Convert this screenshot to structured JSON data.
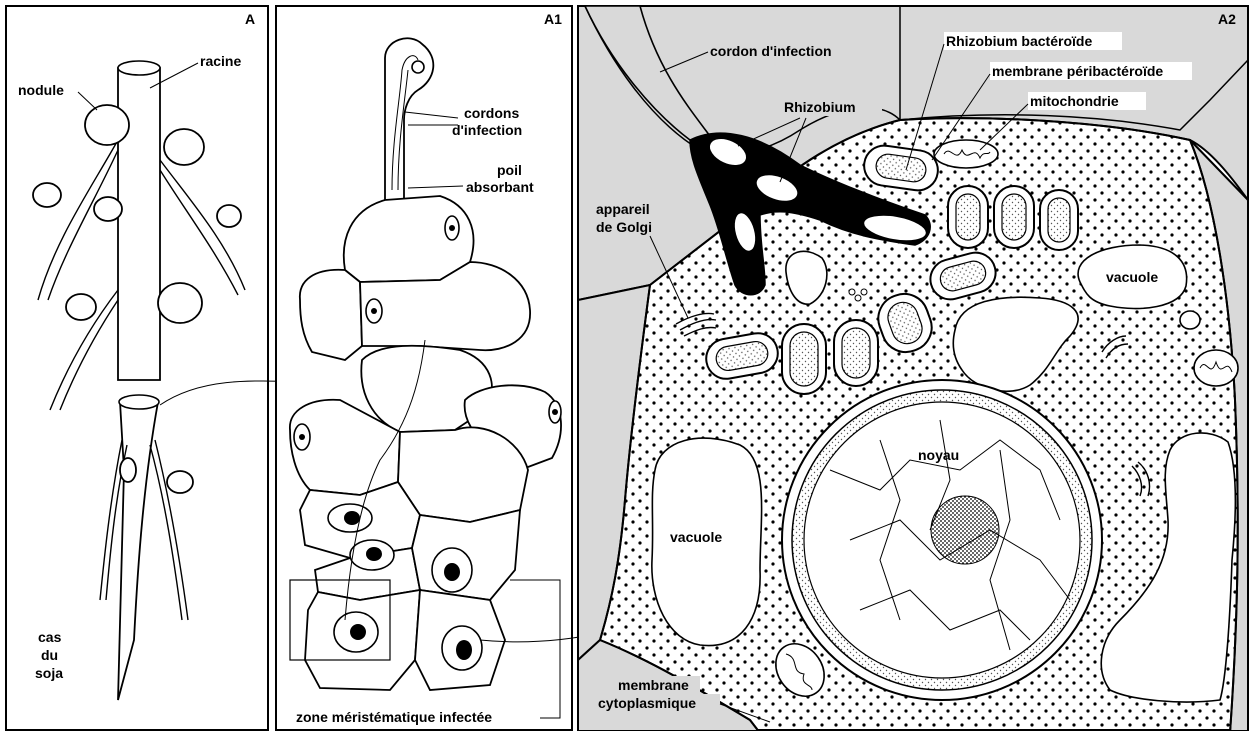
{
  "panels": {
    "A": {
      "id": "A",
      "labels": {
        "nodule": "nodule",
        "racine": "racine",
        "cas": "cas",
        "du": "du",
        "soja": "soja"
      }
    },
    "A1": {
      "id": "A1",
      "labels": {
        "cordons_1": "cordons",
        "cordons_2": "d'infection",
        "poil_1": "poil",
        "poil_2": "absorbant",
        "zone": "zone méristématique infectée"
      }
    },
    "A2": {
      "id": "A2",
      "labels": {
        "cordon": "cordon d'infection",
        "rhizobium_bacteroide": "Rhizobium bactéroïde",
        "membrane_peribacteroide": "membrane péribactéroïde",
        "mitochondrie": "mitochondrie",
        "rhizobium": "Rhizobium",
        "golgi_1": "appareil",
        "golgi_2": "de Golgi",
        "vacuole_right": "vacuole",
        "noyau": "noyau",
        "vacuole_left": "vacuole",
        "membrane_cyto_1": "membrane",
        "membrane_cyto_2": "cytoplasmique"
      }
    }
  },
  "colors": {
    "stroke": "#000000",
    "background": "#ffffff",
    "wall_fill": "#d9d9d9",
    "nucleolus": "#222222"
  }
}
